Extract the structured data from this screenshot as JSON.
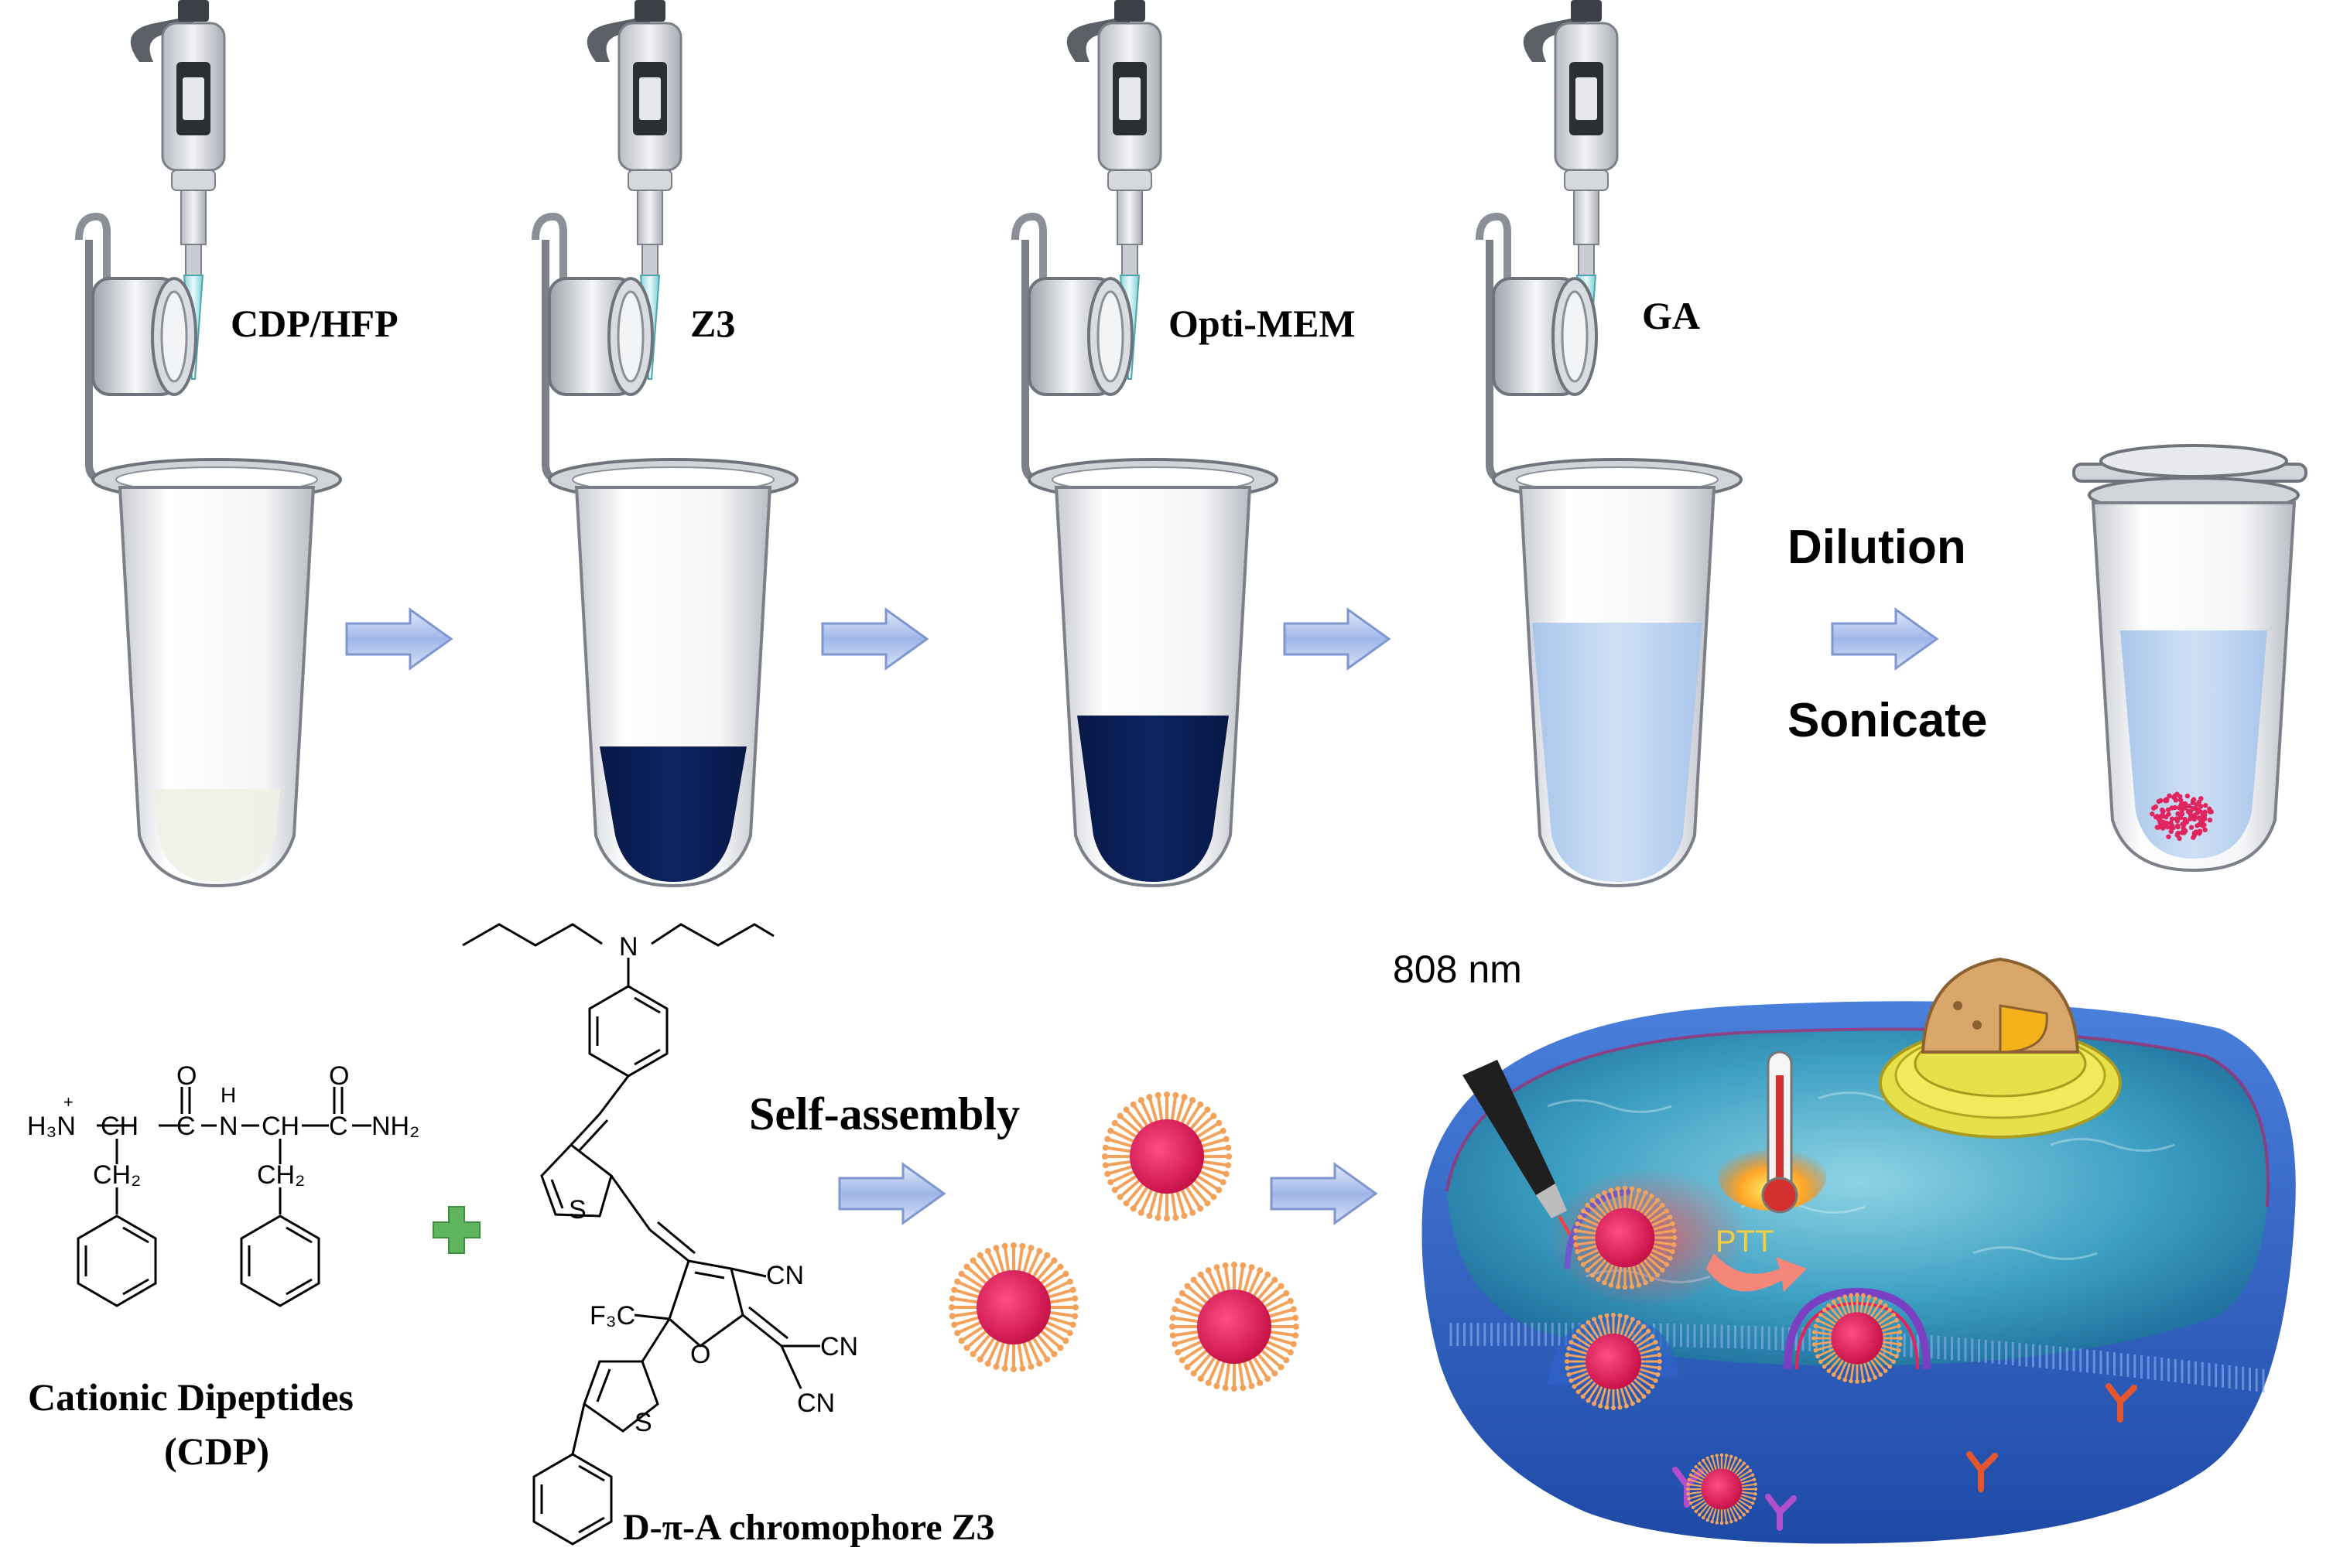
{
  "steps": [
    {
      "reagent": "CDP/HFP"
    },
    {
      "reagent": "Z3"
    },
    {
      "reagent": "Opti-MEM"
    },
    {
      "reagent": "GA"
    }
  ],
  "process": {
    "step_top": "Dilution",
    "step_bottom": "Sonicate"
  },
  "molecules": {
    "cdp_name": "Cationic Dipeptides",
    "cdp_abbr": "(CDP)",
    "z3_name": "D-π-A chromophore Z3"
  },
  "chem_labels": {
    "h3n": "H₃N",
    "plus_charge": "+",
    "ch1": "CH",
    "c1": "C",
    "o1": "O",
    "n_amide": "N",
    "h_amide": "H",
    "ch2": "CH",
    "c2": "C",
    "o2": "O",
    "nh2": "NH₂",
    "ch2_a": "CH₂",
    "ch2_b": "CH₂",
    "amine_n": "N",
    "s1": "S",
    "s2": "S",
    "o_ring": "O",
    "cn1": "CN",
    "cn2": "CN",
    "cn3": "CN",
    "cf3": "F₃C"
  },
  "assembly": {
    "label": "Self-assembly"
  },
  "cell": {
    "laser": "808 nm",
    "therapy": "PTT"
  },
  "colors": {
    "arrow_fill": "#b7c8ee",
    "arrow_edge": "#7f96cf",
    "dark_solution": "#0c2461",
    "light_solution": "#bcd3ef",
    "nanoparticle_core": "#e0245e",
    "nanoparticle_spikes": "#f2a25a",
    "membrane": "#2f63c8",
    "cytoplasm": "#49a9c9",
    "plus_sign": "#5fb55f"
  }
}
